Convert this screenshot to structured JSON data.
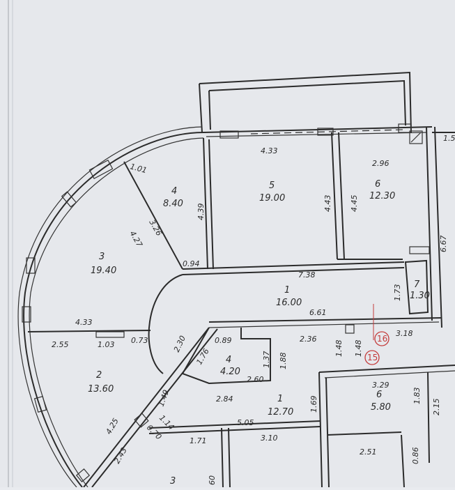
{
  "plan": {
    "rooms": [
      {
        "id": "r4a",
        "num": "4",
        "area": "8.40"
      },
      {
        "id": "r5",
        "num": "5",
        "area": "19.00"
      },
      {
        "id": "r6a",
        "num": "6",
        "area": "12.30"
      },
      {
        "id": "r3",
        "num": "3",
        "area": "19.40"
      },
      {
        "id": "r1a",
        "num": "1",
        "area": "16.00"
      },
      {
        "id": "r7",
        "num": "7",
        "area": "1.30"
      },
      {
        "id": "r2",
        "num": "2",
        "area": "13.60"
      },
      {
        "id": "r4b",
        "num": "4",
        "area": "4.20"
      },
      {
        "id": "r1b",
        "num": "1",
        "area": "12.70"
      },
      {
        "id": "r6b",
        "num": "6",
        "area": "5.80"
      },
      {
        "id": "r3b",
        "num": "3",
        "area": ""
      }
    ],
    "dimensions": {
      "d_4_33_top": "4.33",
      "d_2_96": "2.96",
      "d_1_5": "1.5",
      "d_1_01": "1.01",
      "d_3_26": "3.26",
      "d_4_27": "4.27",
      "d_4_39": "4.39",
      "d_4_43": "4.43",
      "d_4_45": "4.45",
      "d_6_67": "6.67",
      "d_0_94": "0.94",
      "d_7_38": "7.38",
      "d_1_73": "1.73",
      "d_6_61": "6.61",
      "d_3_18": "3.18",
      "d_4_33_left": "4.33",
      "d_2_55": "2.55",
      "d_1_03": "1.03",
      "d_0_73": "0.73",
      "d_2_30": "2.30",
      "d_0_89": "0.89",
      "d_1_76": "1.76",
      "d_1_37": "1.37",
      "d_1_88": "1.88",
      "d_2_36": "2.36",
      "d_1_48a": "1.48",
      "d_1_48b": "1.48",
      "d_2_60": "2.60",
      "d_1_49": "1.49",
      "d_2_84": "2.84",
      "d_1_69": "1.69",
      "d_3_29": "3.29",
      "d_1_83": "1.83",
      "d_2_15": "2.15",
      "d_1_14": "1.14",
      "d_0_70": "0.70",
      "d_4_25": "4.25",
      "d_5_05": "5.05",
      "d_1_71": "1.71",
      "d_3_10": "3.10",
      "d_2_43": "2.43",
      "d_2_51": "2.51",
      "d_0_86": "0.86",
      "d_60": "60"
    },
    "markers": {
      "m16": "16",
      "m15": "15"
    }
  }
}
